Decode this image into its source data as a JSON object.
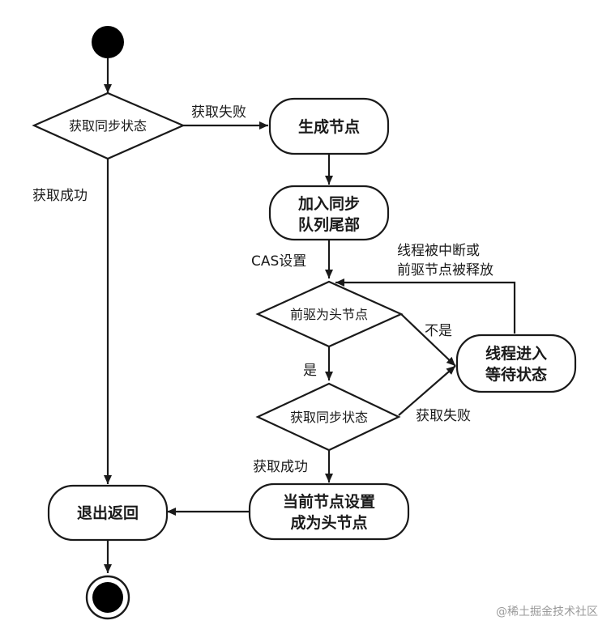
{
  "nodes": {
    "generate_node": "生成节点",
    "enqueue_line1": "加入同步",
    "enqueue_line2": "队列尾部",
    "thread_wait_line1": "线程进入",
    "thread_wait_line2": "等待状态",
    "set_head_line1": "当前节点设置",
    "set_head_line2": "成为头节点",
    "exit_return": "退出返回"
  },
  "decisions": {
    "acquire_first": "获取同步状态",
    "predecessor_is_head": "前驱为头节点",
    "acquire_second": "获取同步状态"
  },
  "edge_labels": {
    "acquire_fail_top": "获取失败",
    "acquire_success_left": "获取成功",
    "cas_set": "CAS设置",
    "interrupted_line1": "线程被中断或",
    "interrupted_line2": "前驱节点被释放",
    "not_yes": "不是",
    "yes": "是",
    "acquire_fail_bottom": "获取失败",
    "acquire_success_bottom": "获取成功"
  },
  "watermark": "@稀土掘金技术社区"
}
